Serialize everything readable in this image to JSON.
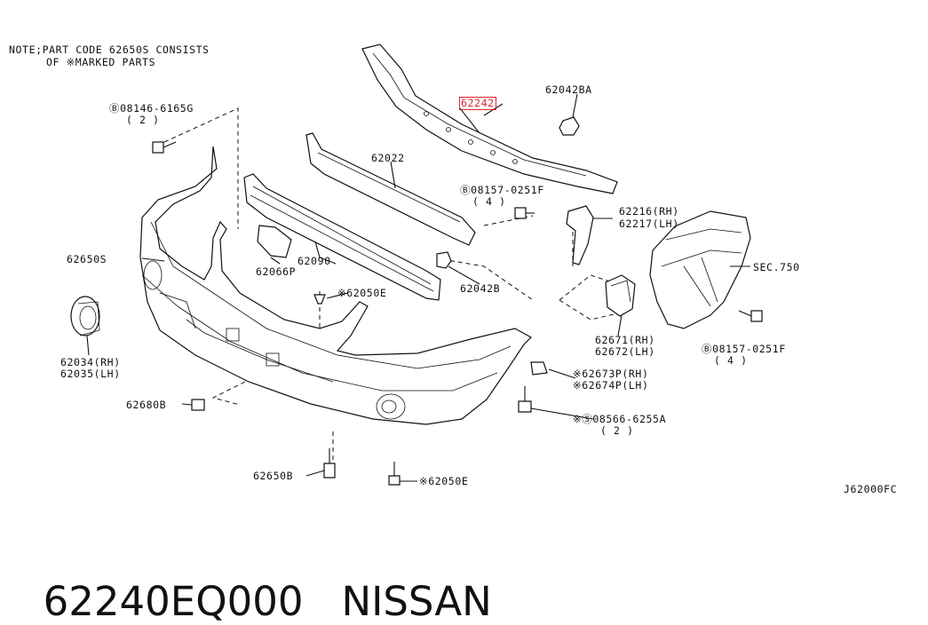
{
  "note": {
    "line1": "NOTE;PART CODE 62650S CONSISTS",
    "line2": "OF ※MARKED PARTS"
  },
  "labels": {
    "bolt_08146": "Ⓑ08146-6165G",
    "bolt_08146_qty": "( 2 )",
    "p62042BA": "62042BA",
    "p62242": "62242",
    "p62022": "62022",
    "bolt_08157a": "Ⓑ08157-0251F",
    "bolt_08157a_qty": "( 4 )",
    "p62216": "62216(RH)",
    "p62217": "62217(LH)",
    "p62650S": "62650S",
    "p62066P": "62066P",
    "p62090": "62090",
    "p62042B": "62042B",
    "sec750": "SEC.750",
    "p62050E_top": "※62050E",
    "p62034": "62034(RH)",
    "p62035": "62035(LH)",
    "p62671": "62671(RH)",
    "p62672": "62672(LH)",
    "bolt_08157b": "Ⓑ08157-0251F",
    "bolt_08157b_qty": "( 4 )",
    "p62673P": "※62673P(RH)",
    "p62674P": "※62674P(LH)",
    "p62680B": "62680B",
    "screw_08566": "※Ⓢ08566-6255A",
    "screw_08566_qty": "( 2 )",
    "p62650B": "62650B",
    "p62050E_bottom": "※62050E",
    "diagram_code": "J62000FC"
  },
  "caption": {
    "part_number": "62240EQ000",
    "brand": "NISSAN"
  },
  "colors": {
    "highlight": "#e0242a",
    "ink": "#111111"
  }
}
